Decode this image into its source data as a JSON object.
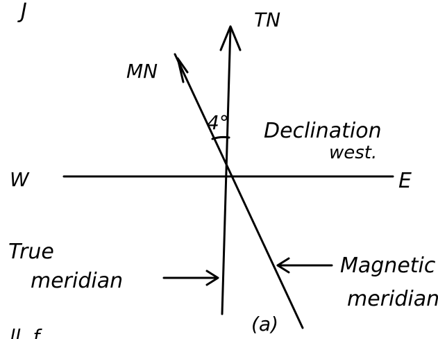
{
  "diagram": {
    "corner_mark": "J",
    "true_north_label": "TN",
    "magnetic_north_label": "MN",
    "angle_label": "4°",
    "declination_line1": "Declination",
    "declination_line2": "west.",
    "west_label": "W",
    "east_label": "E",
    "true_meridian_line1": "True",
    "true_meridian_line2": "meridian",
    "magnetic_meridian_line1": "Magnetic",
    "magnetic_meridian_line2": "meridian",
    "figure_label": "(a)",
    "bottom_fragment": "ll. f"
  }
}
